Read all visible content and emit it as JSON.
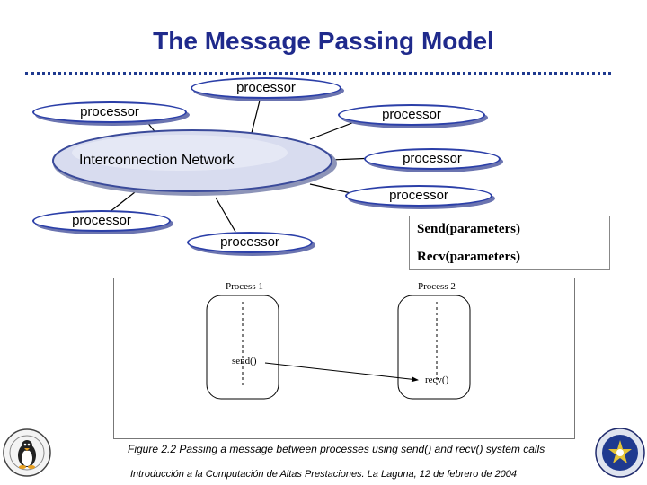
{
  "slide": {
    "title": "The Message Passing Model",
    "footer": "Introducción a la Computación de Altas Prestaciones. La Laguna, 12 de febrero de 2004"
  },
  "diagram": {
    "network_label": "Interconnection Network",
    "processors": [
      "processor",
      "processor",
      "processor",
      "processor",
      "processor",
      "processor",
      "processor"
    ]
  },
  "api": {
    "send": "Send(parameters)",
    "recv": "Recv(parameters)"
  },
  "figure": {
    "process1": "Process 1",
    "process2": "Process 2",
    "send_call": "send()",
    "recv_call": "recv()",
    "caption": "Figure 2.2 Passing a message between processes using send() and recv() system calls"
  },
  "colors": {
    "title": "#1f2a8c",
    "processor_border": "#2b3fa8",
    "cloud_fill": "#d8dcef"
  }
}
